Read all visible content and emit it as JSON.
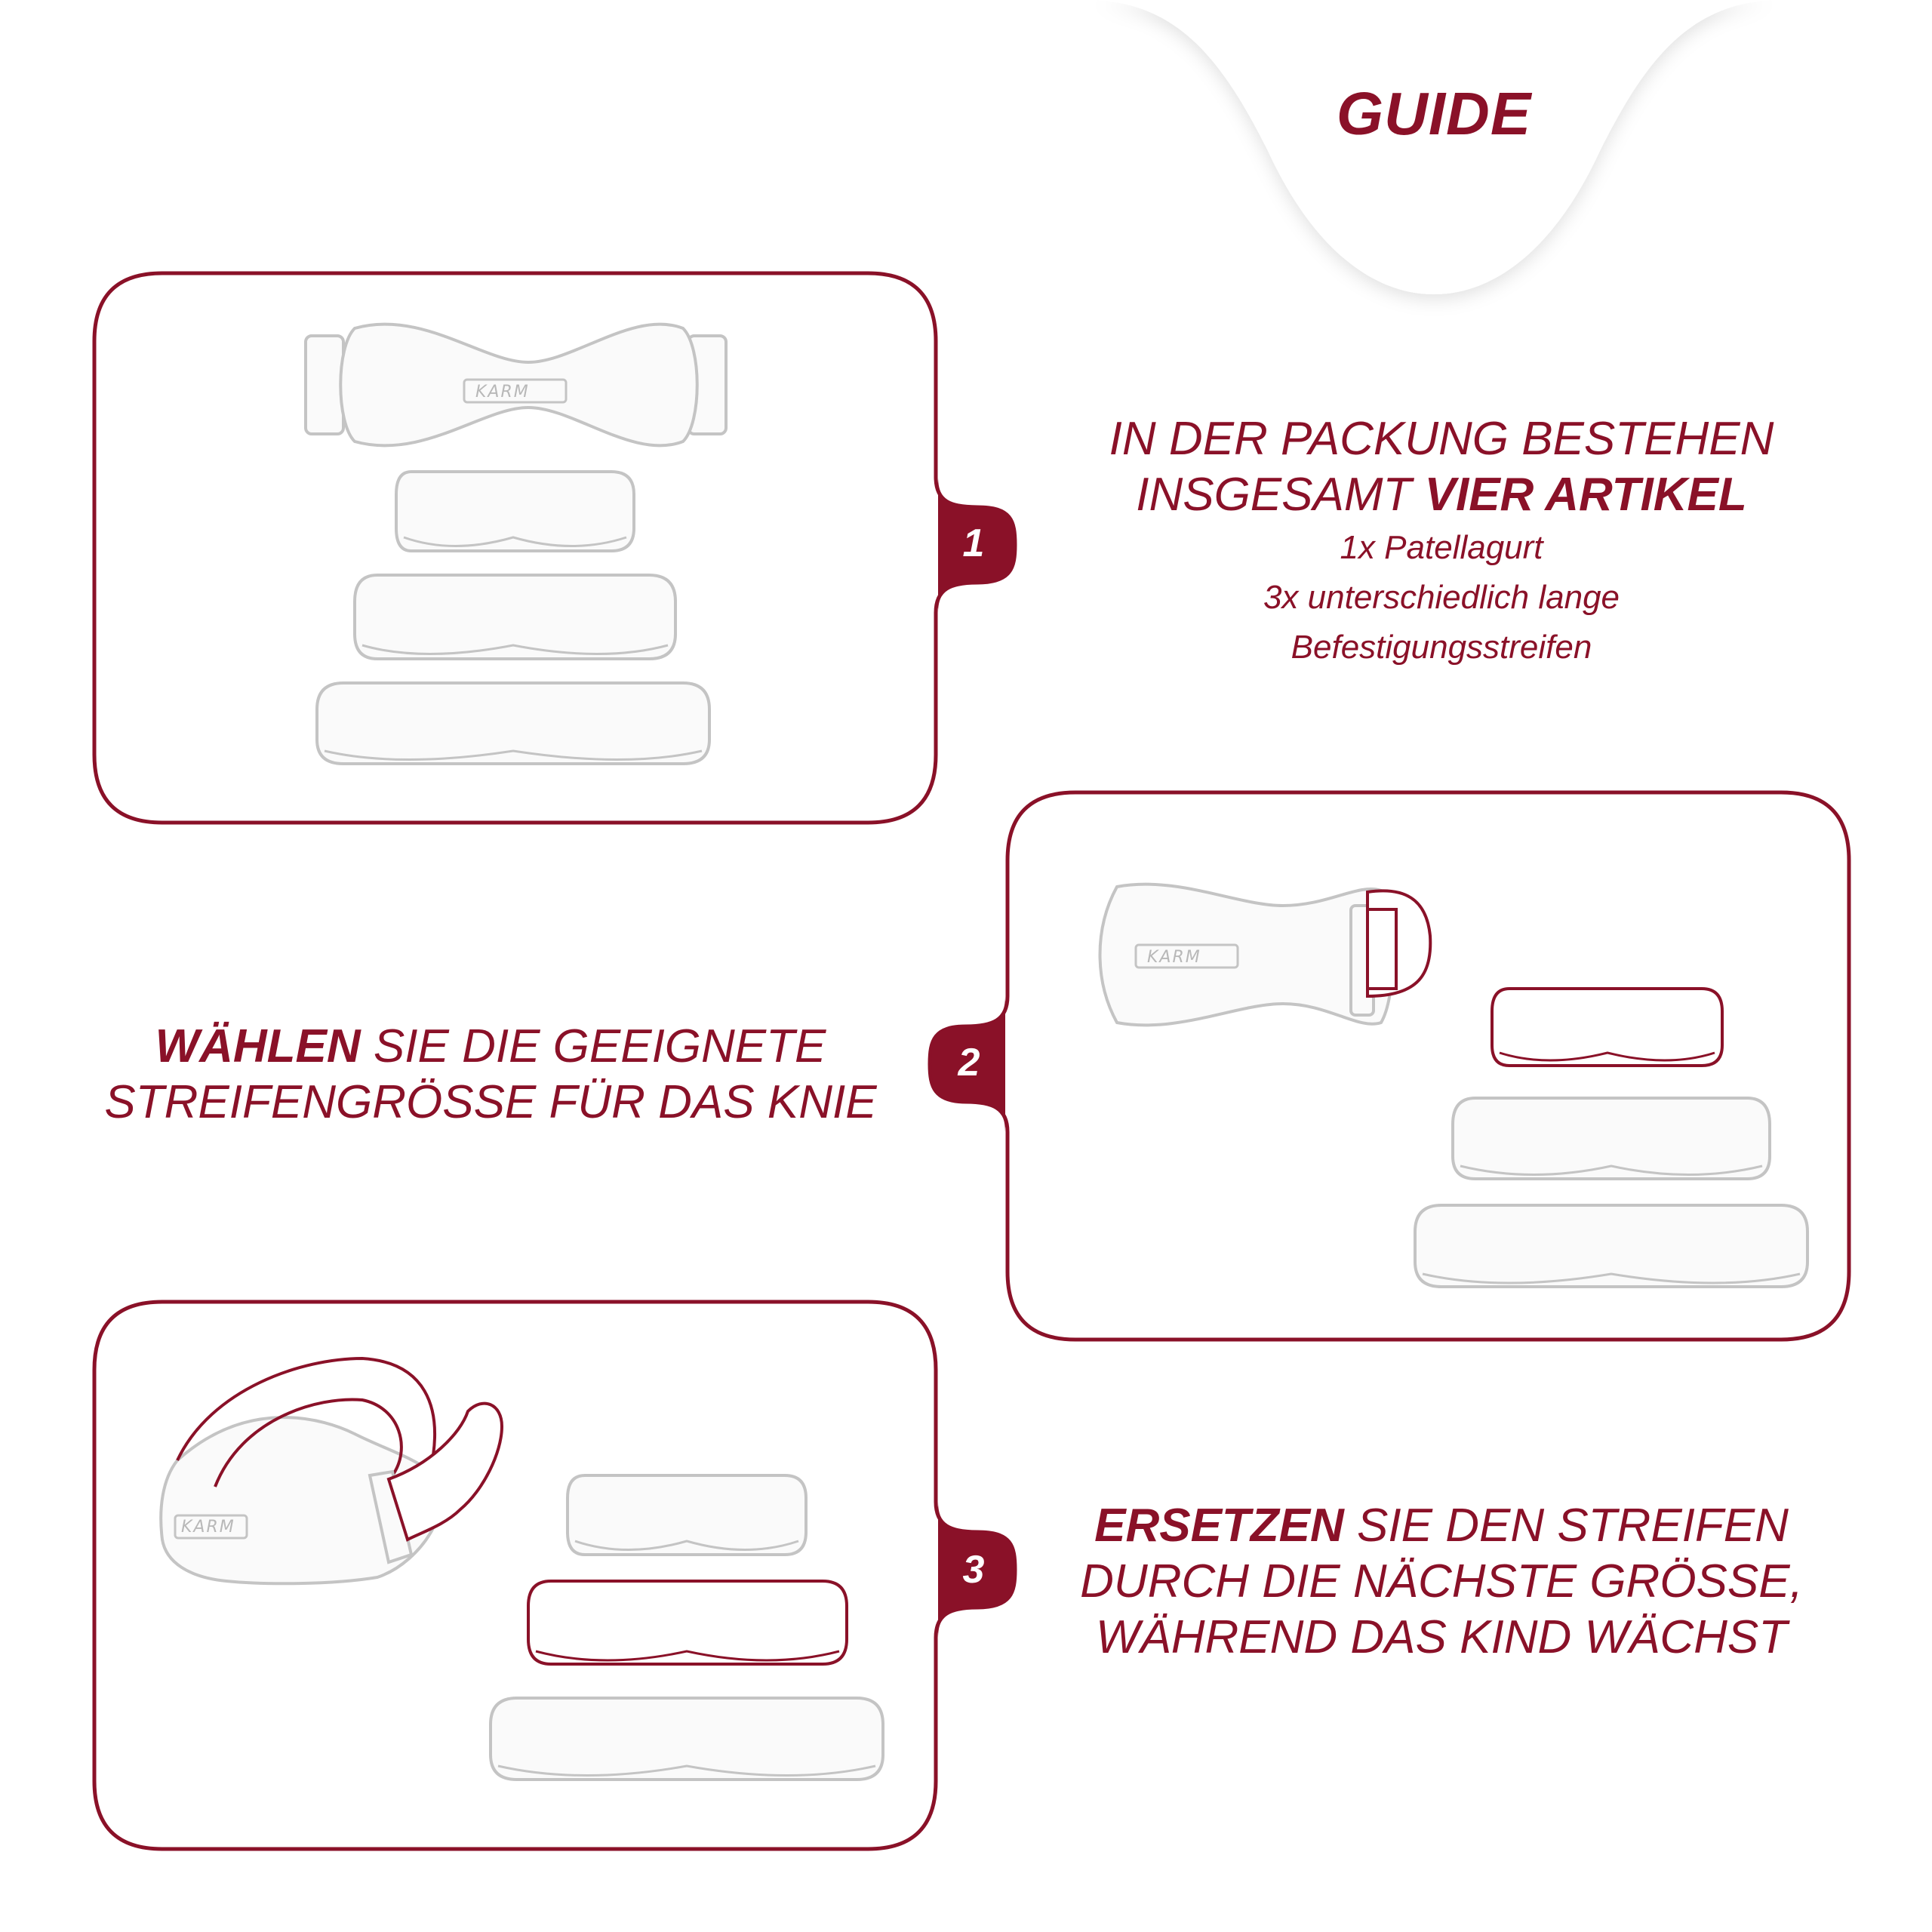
{
  "header": {
    "title": "GUIDE"
  },
  "brand": {
    "logo_text": "KARM"
  },
  "colors": {
    "accent": "#8a1128",
    "outline_gray": "#c4c4c4",
    "background": "#ffffff"
  },
  "steps": [
    {
      "number": "1",
      "headline_line1": "IN DER PACKUNG BESTEHEN",
      "headline_line2_prefix": "INSGESAMT ",
      "headline_line2_bold": "VIER ARTIKEL",
      "sub_line1": "1x Patellagurt",
      "sub_line2": "3x unterschiedlich lange",
      "sub_line3": "Befestigungsstreifen"
    },
    {
      "number": "2",
      "headline_line1_bold": "WÄHLEN",
      "headline_line1_rest": " SIE DIE GEEIGNETE",
      "headline_line2": "STREIFENGRÖSSE FÜR DAS KNIE"
    },
    {
      "number": "3",
      "headline_line1_bold": "ERSETZEN",
      "headline_line1_rest": " SIE DEN STREIFEN",
      "headline_line2": "DURCH DIE NÄCHSTE GRÖSSE,",
      "headline_line3": "WÄHREND DAS KIND WÄCHST"
    }
  ]
}
